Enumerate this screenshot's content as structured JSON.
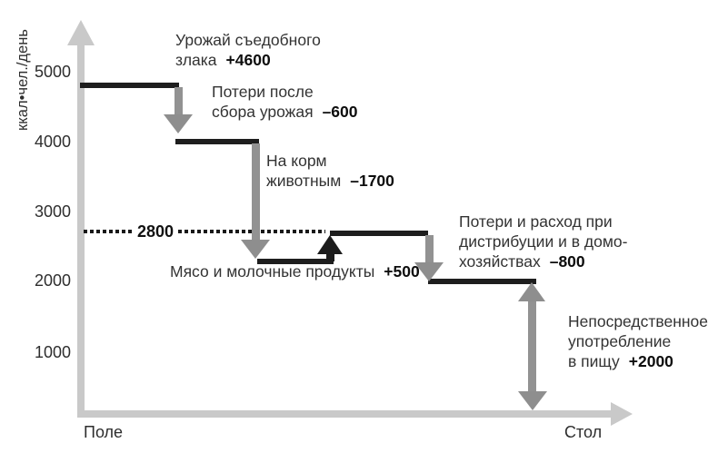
{
  "chart_data": {
    "type": "waterfall",
    "title": "",
    "ylabel": "ккал•чел./день",
    "x_start_label": "Поле",
    "x_end_label": "Стол",
    "ylim": [
      0,
      5500
    ],
    "y_ticks": [
      1000,
      2000,
      3000,
      4000,
      5000
    ],
    "reference_line": 2800,
    "grid": false,
    "legend": false,
    "steps": [
      {
        "label": "Урожай съедобного злака",
        "change": 4600,
        "level_after": 4800
      },
      {
        "label": "Потери после сбора урожая",
        "change": -600,
        "level_after": 4000
      },
      {
        "label": "На корм животным",
        "change": -1700,
        "level_after": 2300
      },
      {
        "label": "Мясо и молочные продукты",
        "change": 500,
        "level_after": 2800
      },
      {
        "label": "Потери и расход при дистрибуции и в домохозяйствах",
        "change": -800,
        "level_after": 2000
      },
      {
        "label": "Непосредственное употребление в пищу",
        "change": 2000,
        "level_after": 0
      }
    ]
  },
  "y_axis": {
    "label": "ккал•чел./день",
    "ticks": [
      "5000",
      "4000",
      "3000",
      "2000",
      "1000"
    ]
  },
  "x_axis": {
    "start": "Поле",
    "end": "Стол"
  },
  "reference": {
    "value": "2800"
  },
  "annotations": {
    "harvest": {
      "line1": "Урожай съедобного",
      "line2": "злака",
      "value": "+4600"
    },
    "post_harvest_loss": {
      "line1": "Потери после",
      "line2": "сбора урожая",
      "value": "–600"
    },
    "animal_feed": {
      "line1": "На корм",
      "line2": "животным",
      "value": "–1700"
    },
    "meat_dairy": {
      "line1": "Мясо и молочные продукты",
      "value": "+500"
    },
    "distribution_loss": {
      "line1": "Потери и расход при",
      "line2": "дистрибуции и в домо-",
      "line3": "хозяйствах",
      "value": "–800"
    },
    "direct_consumption": {
      "line1": "Непосредственное",
      "line2": "употребление",
      "line3": "в пищу",
      "value": "+2000"
    }
  }
}
